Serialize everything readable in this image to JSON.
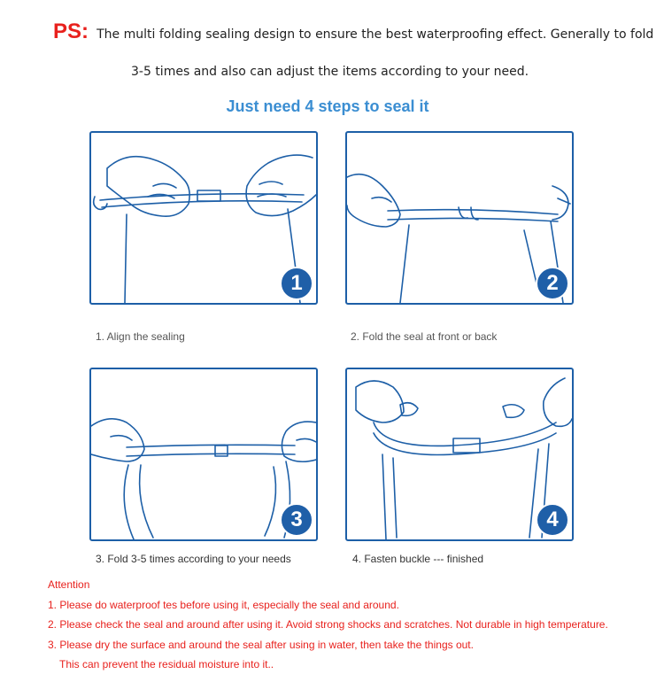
{
  "ps": {
    "label": "PS:",
    "line1": "The multi folding sealing design to ensure the best waterproofing effect. Generally to fold",
    "line2": "3-5 times and also can adjust the items according to your need."
  },
  "steps_title": "Just need 4 steps to seal it",
  "steps": [
    {
      "number": "1",
      "caption": "1. Align the sealing"
    },
    {
      "number": "2",
      "caption": "2. Fold the seal at front or back"
    },
    {
      "number": "3",
      "caption": "3. Fold 3-5 times according to your needs"
    },
    {
      "number": "4",
      "caption": "4. Fasten buckle --- finished"
    }
  ],
  "attention": {
    "heading": "Attention",
    "items": [
      "1. Please do waterproof tes before using it, especially the seal and around.",
      "2. Please check the seal and around after using it. Avoid strong shocks and scratches. Not durable in high temperature.",
      "3. Please dry the surface and around the seal after using in water, then take the things out.",
      "This can prevent the residual moisture into it.."
    ]
  },
  "colors": {
    "accent_red": "#e8211d",
    "title_blue": "#3b8ed2",
    "panel_border": "#1d5fa7",
    "badge_blue": "#1f5fa8"
  }
}
